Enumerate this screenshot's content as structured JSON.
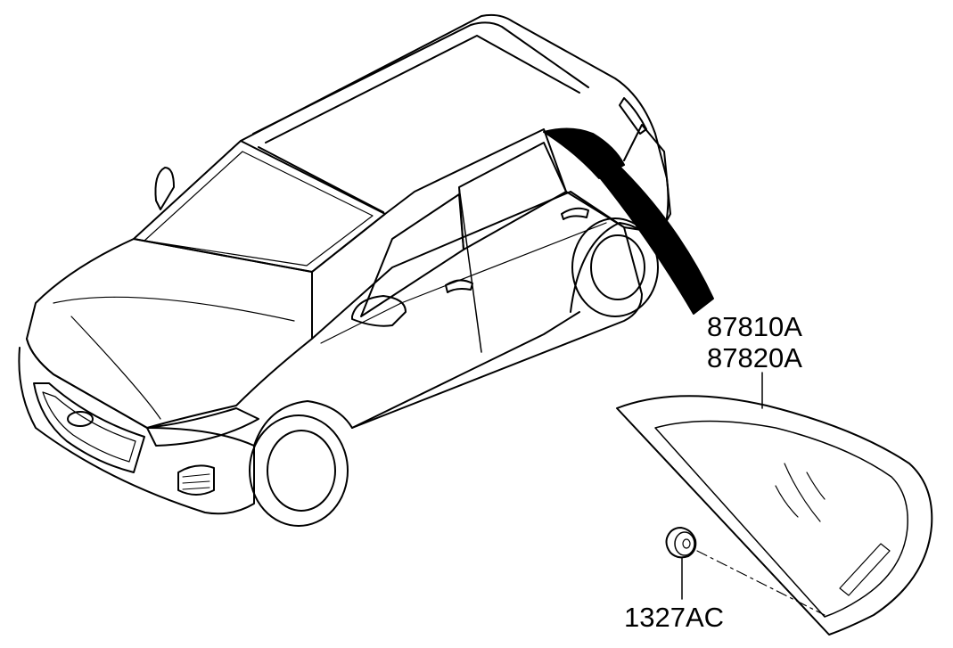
{
  "diagram": {
    "parts": [
      {
        "number": "87810A"
      },
      {
        "number": "87820A"
      },
      {
        "number": "1327AC"
      }
    ],
    "colors": {
      "ink": "#000000",
      "paper": "#ffffff"
    },
    "icons": {
      "vehicle": "hatchback-car-illustration",
      "glass": "quarter-window-glass",
      "fastener": "clip-fastener"
    }
  }
}
